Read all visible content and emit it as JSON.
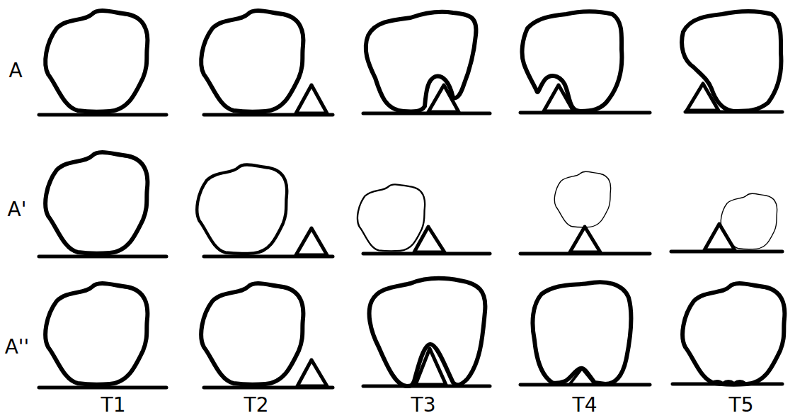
{
  "diagram": {
    "labels": [
      "A",
      "A'",
      "A''",
      "T1",
      "T2",
      "T3",
      "T4",
      "T5"
    ]
  }
}
